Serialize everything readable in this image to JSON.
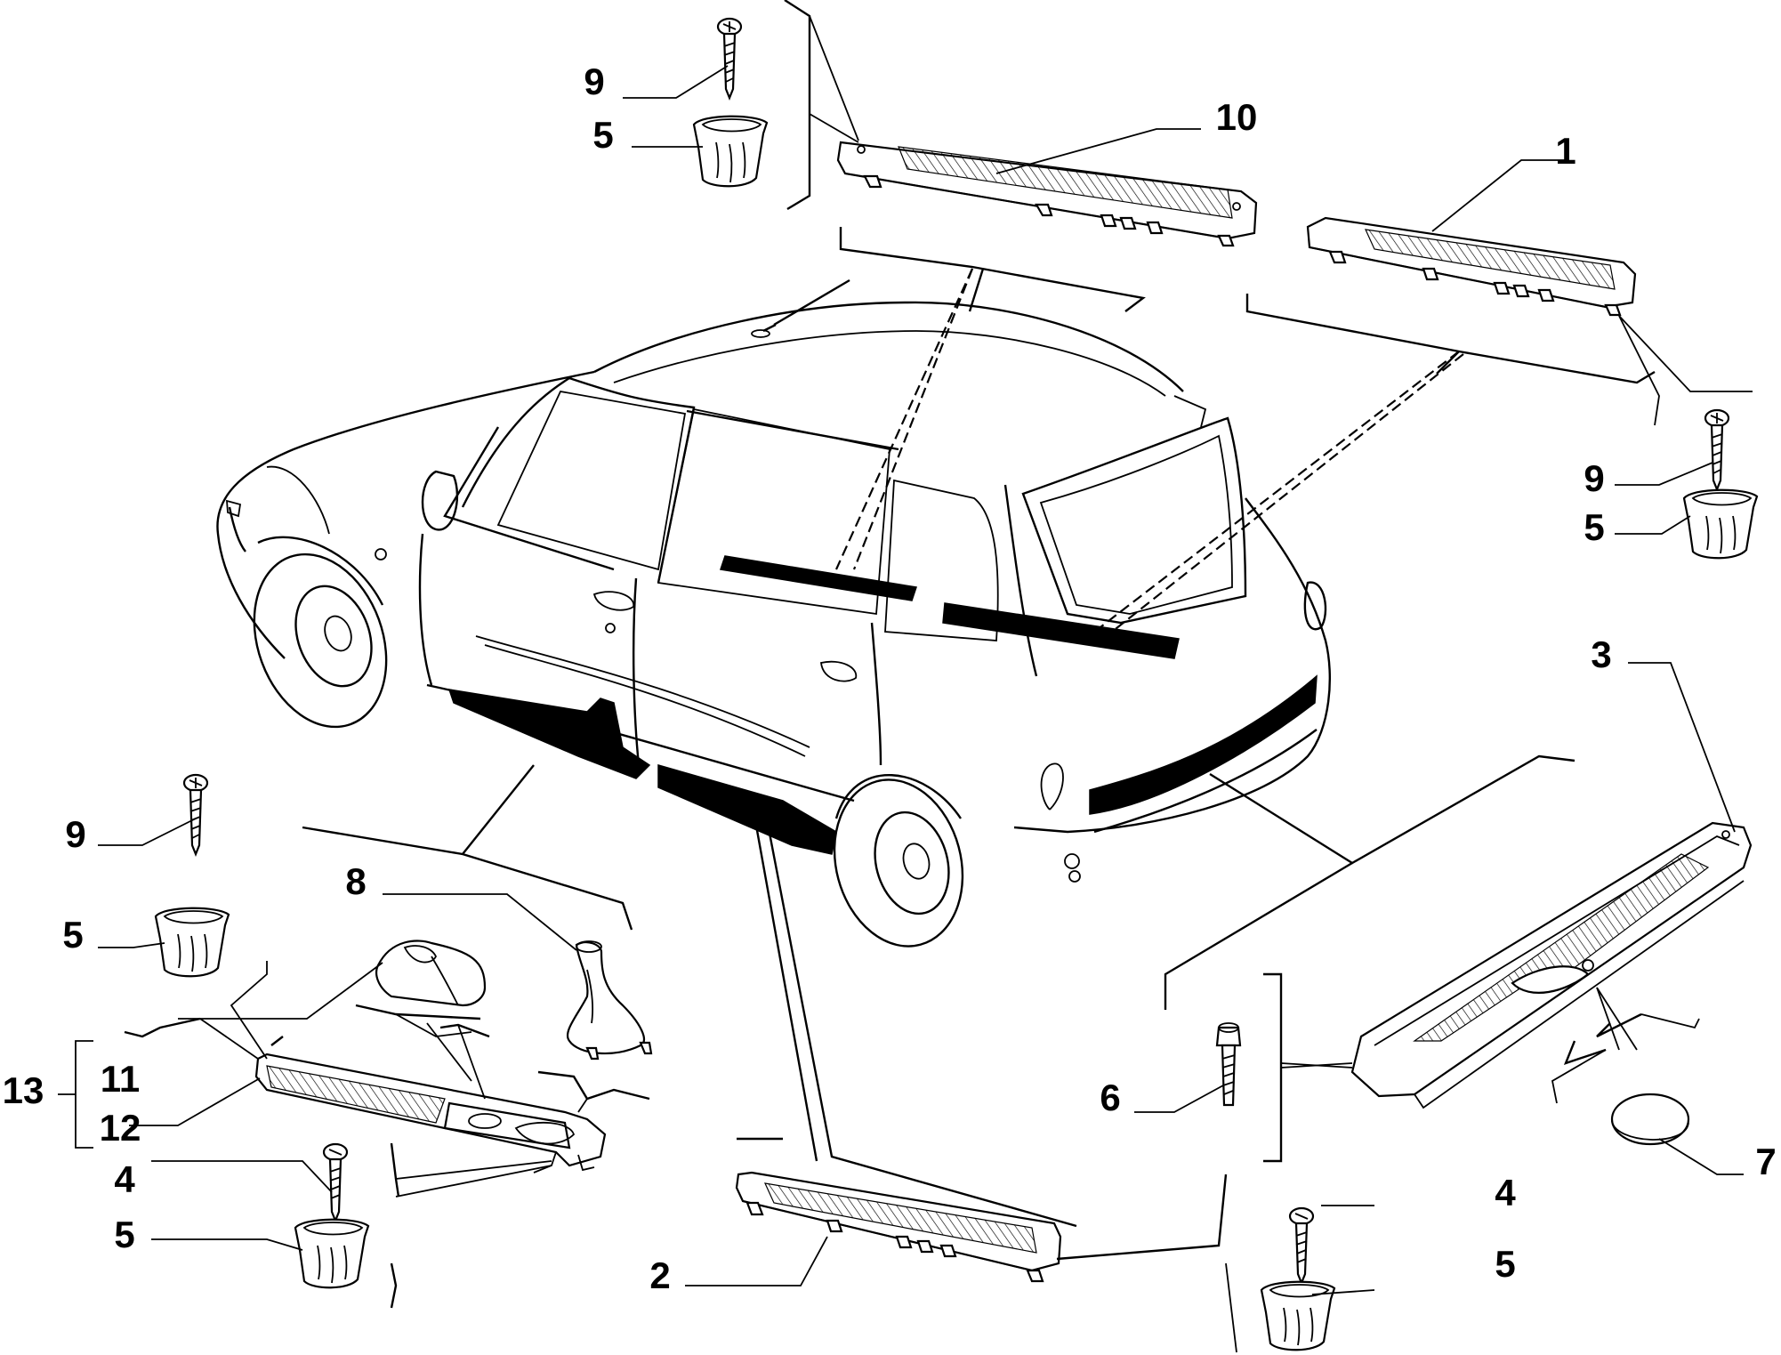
{
  "diagram": {
    "callouts": [
      "1",
      "2",
      "3",
      "4",
      "4",
      "5",
      "5",
      "5",
      "5",
      "5",
      "6",
      "7",
      "8",
      "9",
      "9",
      "9",
      "10",
      "11",
      "12",
      "13"
    ]
  }
}
